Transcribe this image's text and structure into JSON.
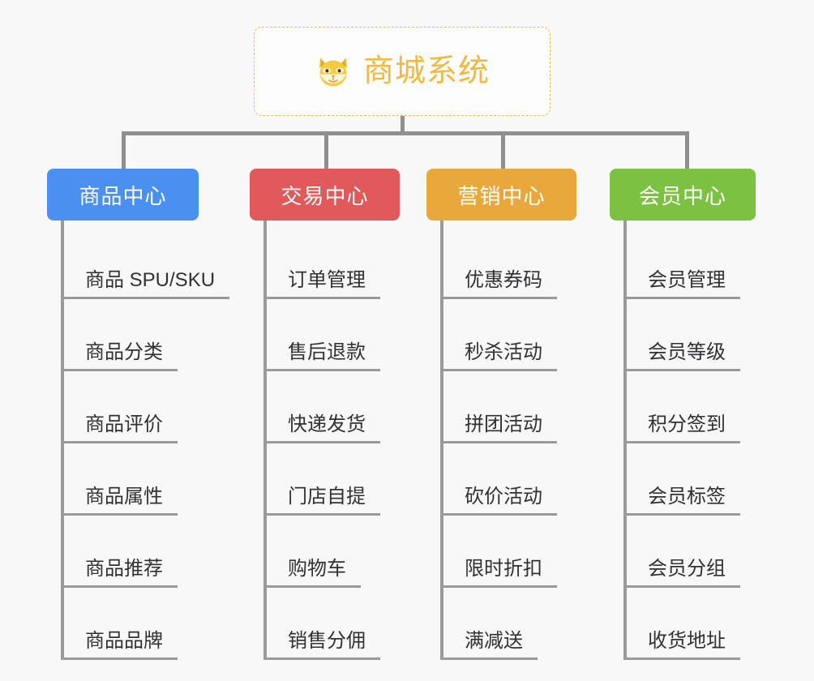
{
  "canvas": {
    "background_color": "#f8f8f9",
    "line_color": "#9a9a9a"
  },
  "root": {
    "title": "商城系统",
    "icon": "shiba-dog-face-emoji",
    "text_color": "#f0b93f",
    "border_color": "#e8b962",
    "background_color": "#fdfdfd"
  },
  "branches": [
    {
      "label": "商品中心",
      "color": "#4a90f0",
      "items": [
        "商品 SPU/SKU",
        "商品分类",
        "商品评价",
        "商品属性",
        "商品推荐",
        "商品品牌"
      ]
    },
    {
      "label": "交易中心",
      "color": "#e0595b",
      "items": [
        "订单管理",
        "售后退款",
        "快递发货",
        "门店自提",
        "购物车",
        "销售分佣"
      ]
    },
    {
      "label": "营销中心",
      "color": "#e8a83c",
      "items": [
        "优惠券码",
        "秒杀活动",
        "拼团活动",
        "砍价活动",
        "限时折扣",
        "满减送"
      ]
    },
    {
      "label": "会员中心",
      "color": "#7cc142",
      "items": [
        "会员管理",
        "会员等级",
        "积分签到",
        "会员标签",
        "会员分组",
        "收货地址"
      ]
    }
  ]
}
